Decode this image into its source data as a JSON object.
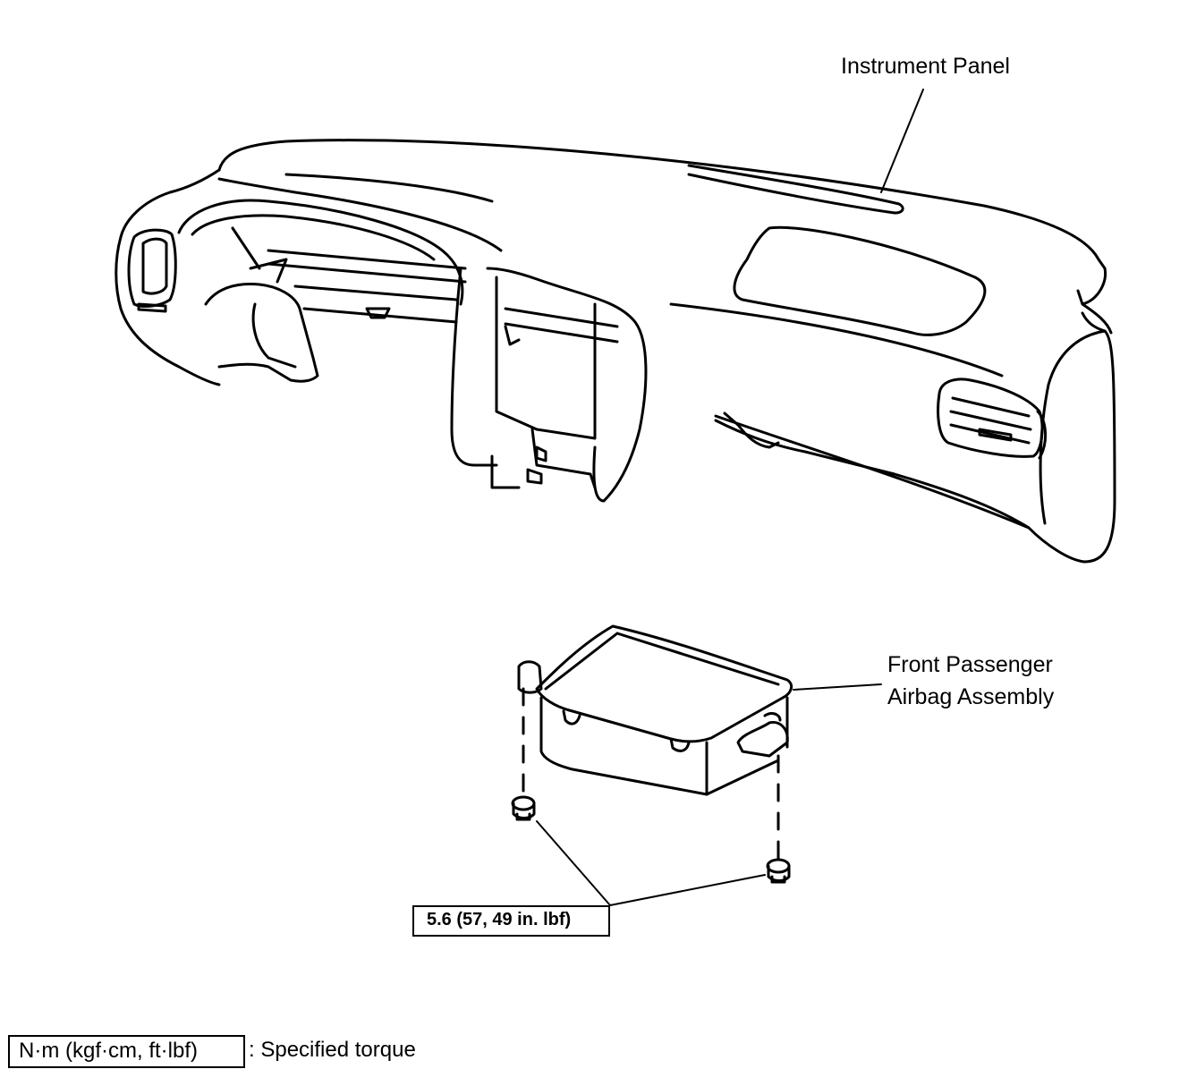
{
  "labels": {
    "instrument_panel": "Instrument Panel",
    "airbag_line1": "Front Passenger",
    "airbag_line2": "Airbag Assembly",
    "torque_value": "5.6 (57, 49 in. lbf)",
    "legend_units": "N·m (kgf·cm, ft·lbf)",
    "legend_desc": ": Specified torque"
  },
  "colors": {
    "line": "#000000",
    "background": "#ffffff"
  }
}
